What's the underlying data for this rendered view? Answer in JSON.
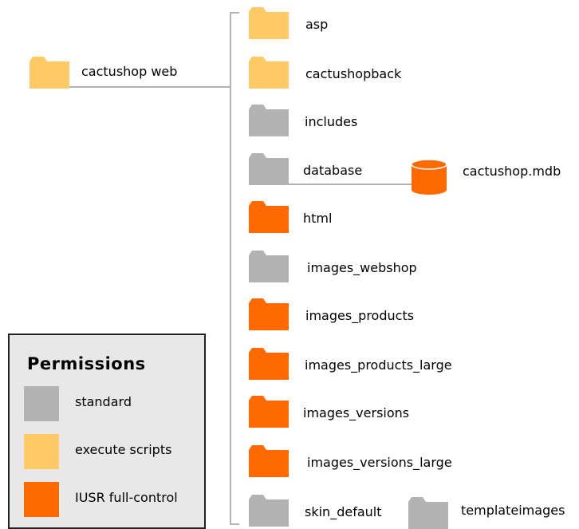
{
  "colors": {
    "standard": "#b3b3b3",
    "execute": "#ffc966",
    "full_control": "#ff6a00",
    "line": "#b3b3b3"
  },
  "root": {
    "label": "cactushop web",
    "icon": "folder-icon",
    "permission": "execute"
  },
  "folders": [
    {
      "label": "asp",
      "permission": "execute"
    },
    {
      "label": "cactushopback",
      "permission": "execute"
    },
    {
      "label": "includes",
      "permission": "standard"
    },
    {
      "label": "database",
      "permission": "standard"
    },
    {
      "label": "html",
      "permission": "full_control"
    },
    {
      "label": "images_webshop",
      "permission": "standard"
    },
    {
      "label": "images_products",
      "permission": "full_control"
    },
    {
      "label": "images_products_large",
      "permission": "full_control"
    },
    {
      "label": "images_versions",
      "permission": "full_control"
    },
    {
      "label": "images_versions_large",
      "permission": "full_control"
    },
    {
      "label": "skin_default",
      "permission": "standard"
    }
  ],
  "database_file": {
    "label": "cactushop.mdb",
    "icon": "database-icon",
    "permission": "full_control"
  },
  "subfolder": {
    "label": "templateimages",
    "permission": "standard"
  },
  "legend": {
    "title": "Permissions",
    "items": [
      {
        "label": "standard",
        "permission": "standard"
      },
      {
        "label": "execute scripts",
        "permission": "execute"
      },
      {
        "label": "IUSR full-control",
        "permission": "full_control"
      }
    ]
  }
}
